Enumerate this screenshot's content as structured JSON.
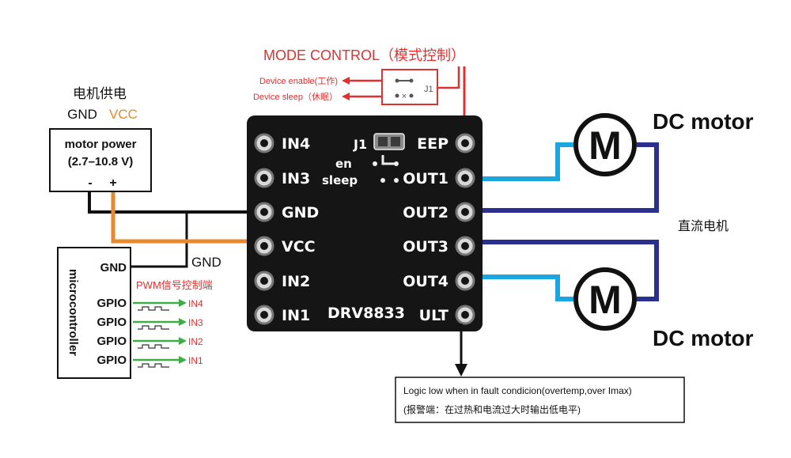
{
  "diagram": {
    "mode_control": {
      "title": "MODE CONTROL（模式控制）",
      "enable_label": "Device enable(工作)",
      "sleep_label": "Device sleep（休眠）",
      "jumper": "J1"
    },
    "power": {
      "title": "电机供电",
      "gnd": "GND",
      "vcc": "VCC",
      "box_line1": "motor power",
      "box_line2": "(2.7–10.8 V)",
      "minus": "-",
      "plus": "+"
    },
    "mcu": {
      "title": "microcontroller",
      "gnd": "GND",
      "gpio": [
        "GPIO",
        "GPIO",
        "GPIO",
        "GPIO"
      ],
      "pwm_label": "PWM信号控制端",
      "inputs": [
        "IN4",
        "IN3",
        "IN2",
        "IN1"
      ]
    },
    "gnd_wire_label": "GND",
    "board": {
      "left_pins": [
        "IN4",
        "IN3",
        "GND",
        "VCC",
        "IN2",
        "IN1"
      ],
      "right_pins": [
        "EEP",
        "OUT1",
        "OUT2",
        "OUT3",
        "OUT4",
        "ULT"
      ],
      "j1": "J1",
      "en": "en",
      "sleep": "sleep",
      "chip": "DRV8833"
    },
    "motors": {
      "label_top": "DC motor",
      "label_bottom": "DC motor",
      "cn_label": "直流电机",
      "symbol": "M"
    },
    "fault_note": {
      "line1": "Logic low when in fault condicion(overtemp,over Imax)",
      "line2": "(报警端：在过热和电流过大时输出低电平)"
    },
    "colors": {
      "red": "#e03131",
      "orange": "#e8892c",
      "cyan": "#1aa6df",
      "navy": "#2b2f8f",
      "board": "#151515",
      "green": "#3fae49"
    }
  }
}
